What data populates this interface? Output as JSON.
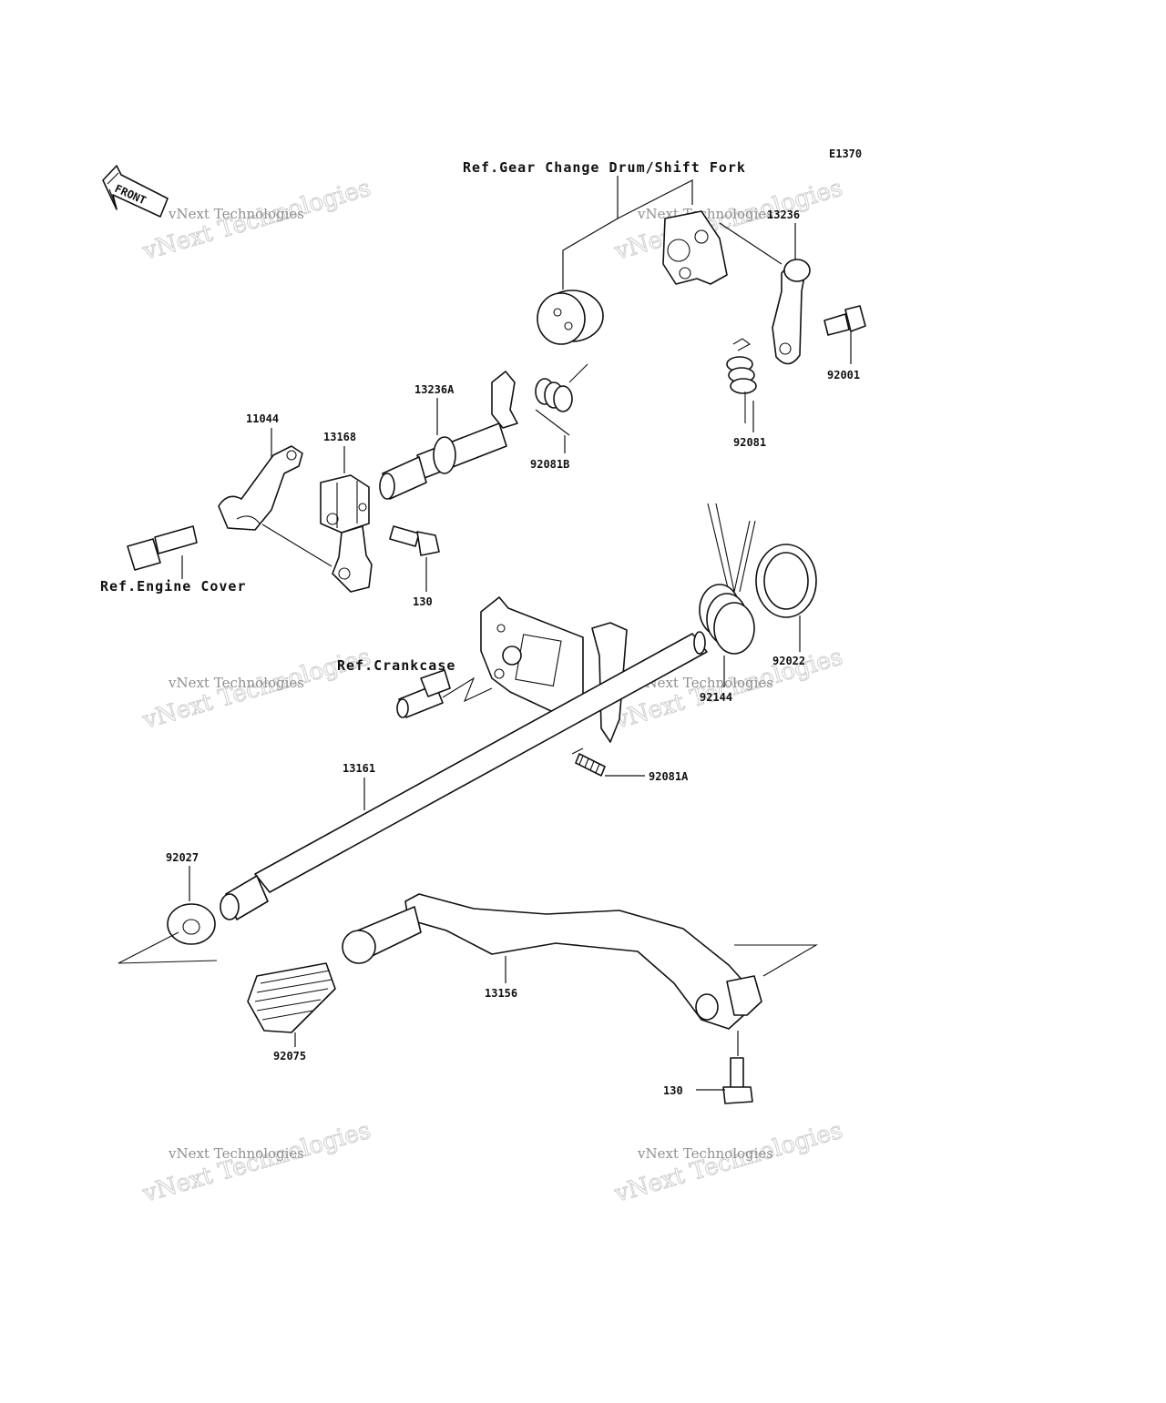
{
  "diagram_code": "E1370",
  "front_label": "FRONT",
  "refs": {
    "gear_change_drum": "Ref.Gear Change Drum/Shift Fork",
    "engine_cover": "Ref.Engine Cover",
    "crankcase": "Ref.Crankcase"
  },
  "parts": {
    "p13236": "13236",
    "p92001": "92001",
    "p92081": "92081",
    "p92081B": "92081B",
    "p13236A": "13236A",
    "p11044": "11044",
    "p13168": "13168",
    "p130a": "130",
    "p92022": "92022",
    "p92144": "92144",
    "p92081A": "92081A",
    "p13161": "13161",
    "p92027": "92027",
    "p13156": "13156",
    "p92075": "92075",
    "p130b": "130"
  },
  "watermark": {
    "line1": "vNext Technologies",
    "line2": "vNext Technologies"
  }
}
